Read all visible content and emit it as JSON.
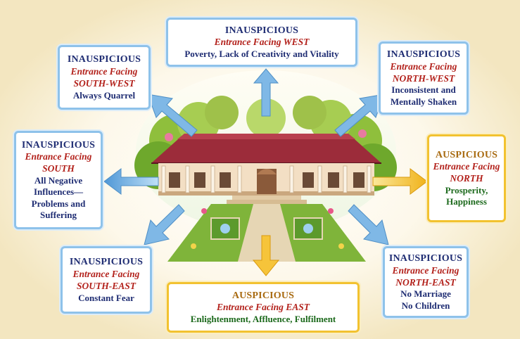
{
  "boxes": {
    "west": {
      "status": "INAUSPICIOUS",
      "dir1": "Entrance Facing WEST",
      "dir2": "",
      "effect": [
        "Poverty, Lack of Creativity and Vitality"
      ]
    },
    "southwest": {
      "status": "INAUSPICIOUS",
      "dir1": "Entrance Facing",
      "dir2": "SOUTH-WEST",
      "effect": [
        "Always Quarrel"
      ]
    },
    "northwest": {
      "status": "INAUSPICIOUS",
      "dir1": "Entrance Facing",
      "dir2": "NORTH-WEST",
      "effect": [
        "Inconsistent and",
        "Mentally Shaken"
      ]
    },
    "south": {
      "status": "INAUSPICIOUS",
      "dir1": "Entrance Facing",
      "dir2": "SOUTH",
      "effect": [
        "All Negative",
        "Influences—",
        "Problems and",
        "Suffering"
      ]
    },
    "north": {
      "status": "AUSPICIOUS",
      "dir1": "Entrance Facing",
      "dir2": "NORTH",
      "effect": [
        "Prosperity,",
        "Happiness"
      ]
    },
    "southeast": {
      "status": "INAUSPICIOUS",
      "dir1": "Entrance Facing",
      "dir2": "SOUTH-EAST",
      "effect": [
        "Constant Fear"
      ]
    },
    "northeast": {
      "status": "INAUSPICIOUS",
      "dir1": "Entrance Facing",
      "dir2": "NORTH-EAST",
      "effect": [
        "No Marriage",
        "No Children"
      ]
    },
    "east": {
      "status": "AUSPICIOUS",
      "dir1": "Entrance Facing EAST",
      "dir2": "",
      "effect": [
        "Enlightenment, Affluence, Fulfilment"
      ]
    }
  },
  "colors": {
    "inauspicious_border": "#8ec2ea",
    "auspicious_border": "#f2c230",
    "status_blue": "#1f2d73",
    "direction_red": "#b3221c",
    "auspicious_effect_green": "#1d6a1d"
  }
}
